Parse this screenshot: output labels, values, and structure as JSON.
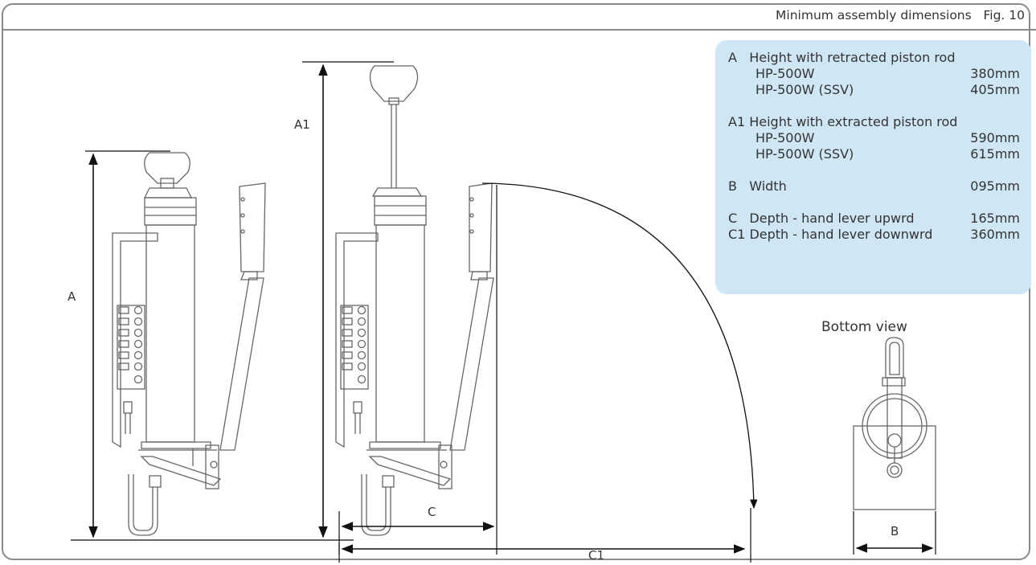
{
  "caption": {
    "title": "Minimum assembly dimensions",
    "fig": "Fig. 10"
  },
  "spec": {
    "a_title": "A   Height with retracted piston rod",
    "a_rows": [
      {
        "model": "HP-500W",
        "value": "380mm"
      },
      {
        "model": "HP-500W (SSV)",
        "value": "405mm"
      }
    ],
    "a1_title": "A1 Height with extracted piston rod",
    "a1_rows": [
      {
        "model": "HP-500W",
        "value": "590mm"
      },
      {
        "model": "HP-500W (SSV)",
        "value": "615mm"
      }
    ],
    "b": {
      "label": "B   Width",
      "value": "095mm"
    },
    "c": {
      "label": "C   Depth - hand lever upwrd",
      "value": "165mm"
    },
    "c1": {
      "label": "C1 Depth - hand lever downwrd",
      "value": "360mm"
    }
  },
  "bottom_view_title": "Bottom view",
  "dim_labels": {
    "a": "A",
    "a1": "A1",
    "b": "B",
    "c": "C",
    "c1": "C1"
  }
}
